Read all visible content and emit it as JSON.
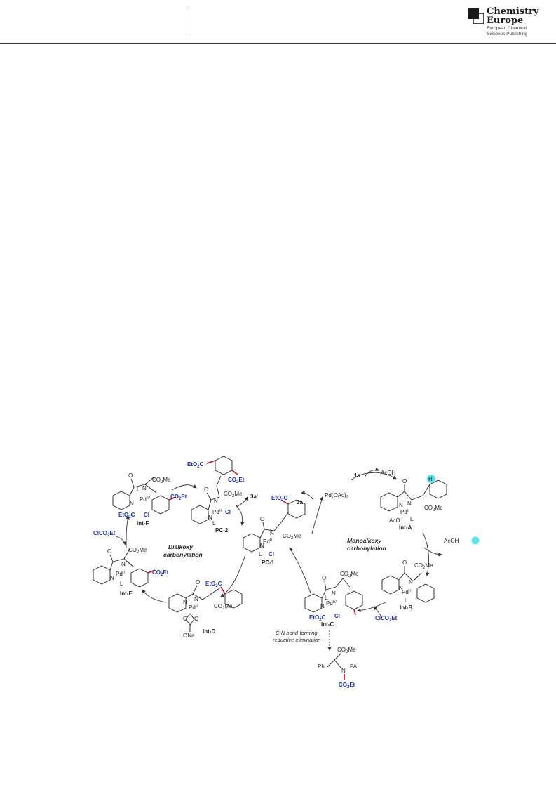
{
  "header": {
    "logo_title_line1": "Chemistry",
    "logo_title_line2": "Europe",
    "logo_sub_line1": "European Chemical",
    "logo_sub_line2": "Societies Publishing"
  },
  "scheme": {
    "cycle_labels": {
      "left": [
        "Dialkoxy",
        "carbonylation"
      ],
      "right": [
        "Monoalkoxy",
        "carbonylation"
      ]
    },
    "species": {
      "pd_oac": "Pd(OAc)",
      "pd_oac_sub": "2",
      "int_a": "Int-A",
      "int_b": "Int-B",
      "int_c": "Int-C",
      "int_d": "Int-D",
      "int_e": "Int-E",
      "int_f": "Int-F",
      "pc1": "PC-1",
      "pc2": "PC-2"
    },
    "reagents": {
      "r1a": "1a",
      "acoh": "AcOH",
      "acoh_h": "H",
      "acoh_prefix": "AcO",
      "r3a": "3a",
      "r3a_prime": "3a'",
      "clco2et_right": "ClCO",
      "clco2et_left": "ClCO",
      "co2et_sub": "2",
      "et": "Et"
    },
    "groups": {
      "co2me": "CO",
      "me": "Me",
      "co2et": "CO",
      "eto2c": "EtO",
      "eto2c_c": "C",
      "cl": "Cl",
      "l": "L",
      "n": "N",
      "o": "O",
      "pd": "Pd",
      "pd_ii": "II",
      "pd_iv": "IV",
      "aco": "AcO",
      "ona": "ONa",
      "ph": "Ph",
      "pa": "PA",
      "h_highlight": "H",
      "two": "2"
    },
    "notes": {
      "cn_line1": "C-N bond-forming",
      "cn_line2": "reductive elimination"
    },
    "colors": {
      "blue": "#1d2fb5",
      "red": "#d0021b",
      "highlight": "#5ce1e6"
    }
  }
}
